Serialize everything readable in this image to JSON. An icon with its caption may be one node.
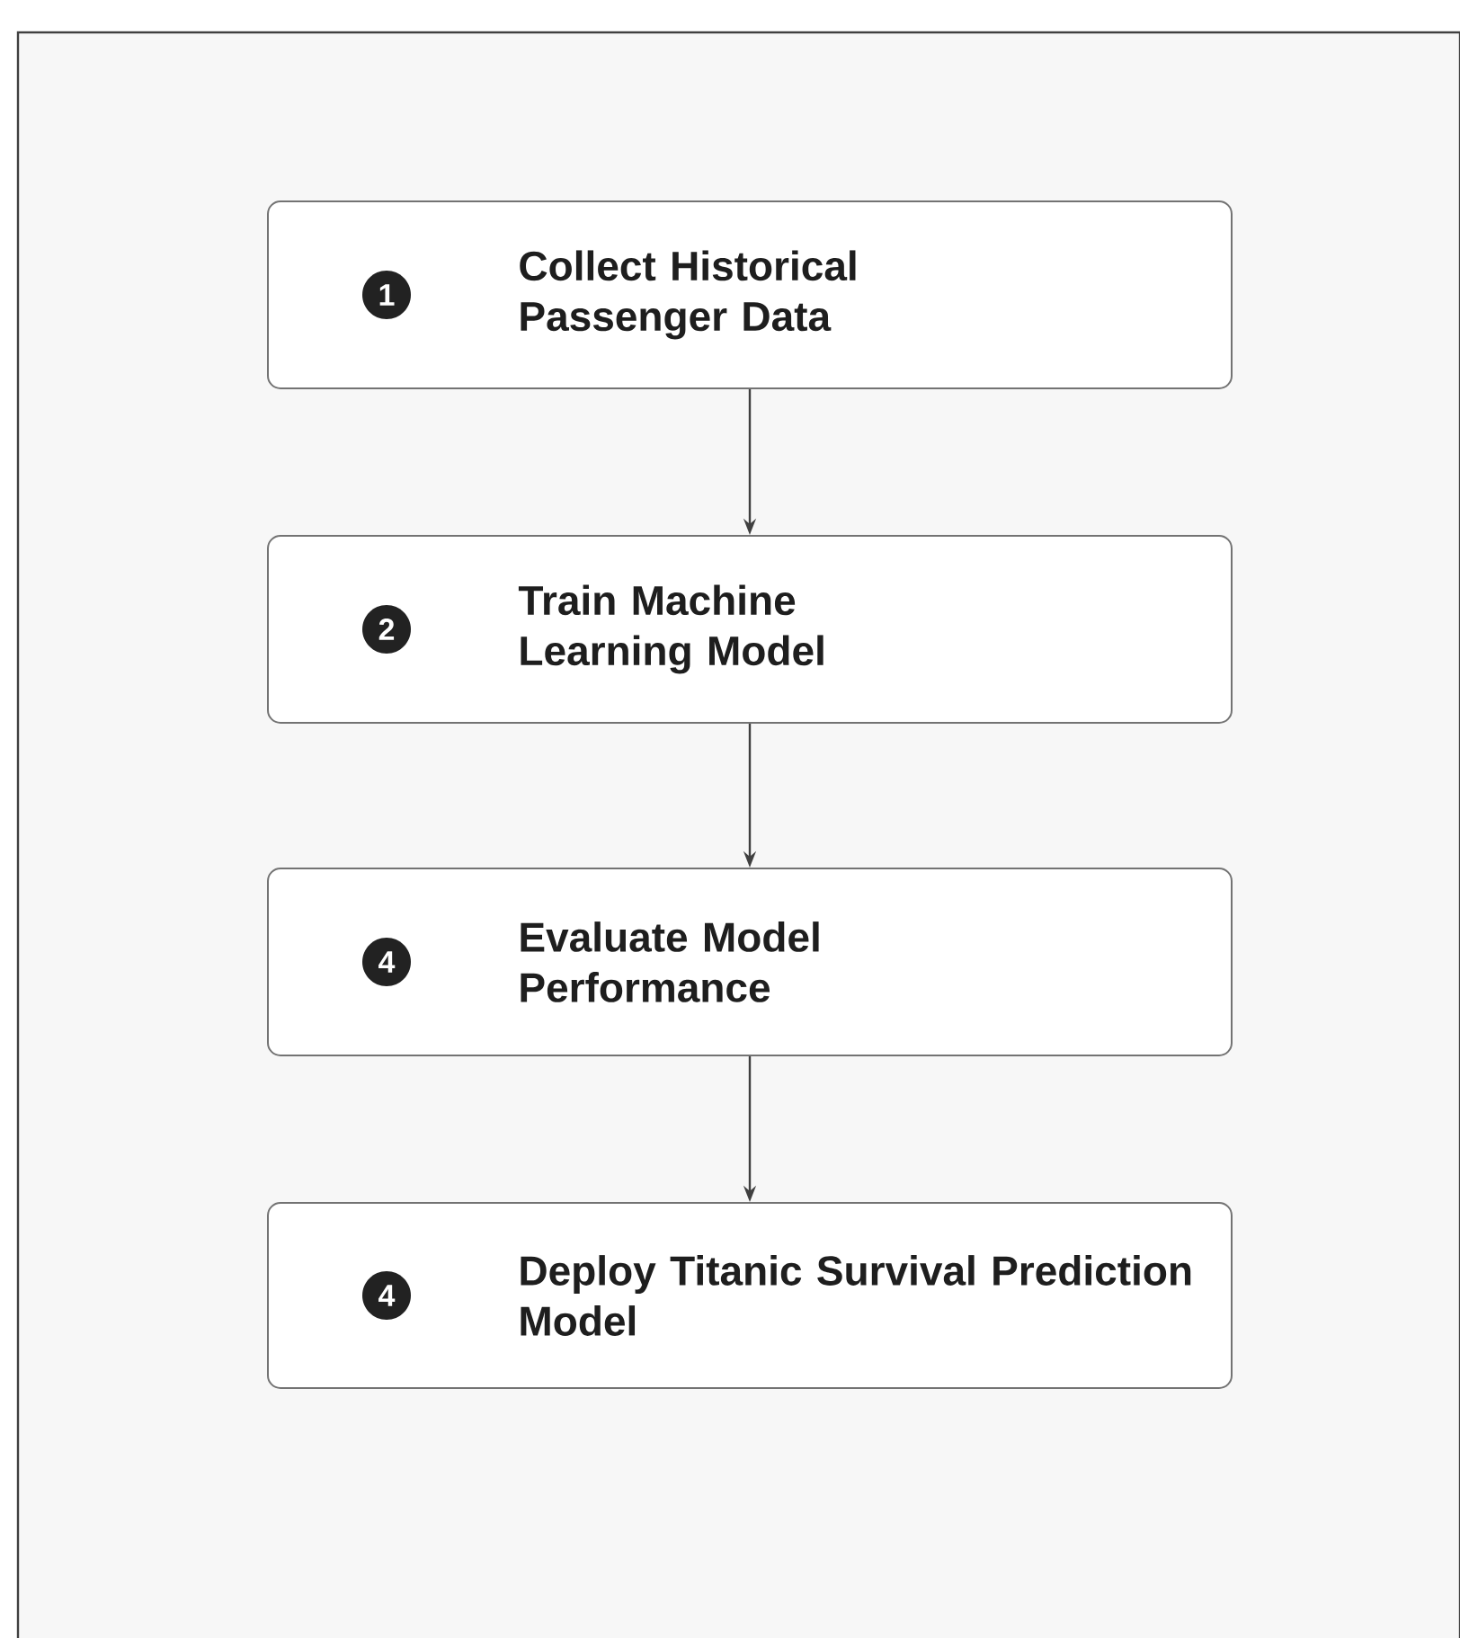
{
  "diagram": {
    "nodes": [
      {
        "text": [
          "1",
          "Collect Historical Passenger Data"
        ]
      },
      {
        "text": [
          "2",
          "Train Machine Learning Model"
        ]
      },
      {
        "text": [
          "4",
          "Evaluate Model Performance"
        ]
      },
      {
        "text": [
          "4",
          "Deploy Titanic Survival Prediction Model"
        ]
      }
    ],
    "edges": [
      {
        "from": 0,
        "to": 1,
        "arrow": "to"
      },
      {
        "from": 1,
        "to": 2,
        "arrow": "to"
      },
      {
        "from": 2,
        "to": 3,
        "arrow": "to"
      }
    ]
  }
}
